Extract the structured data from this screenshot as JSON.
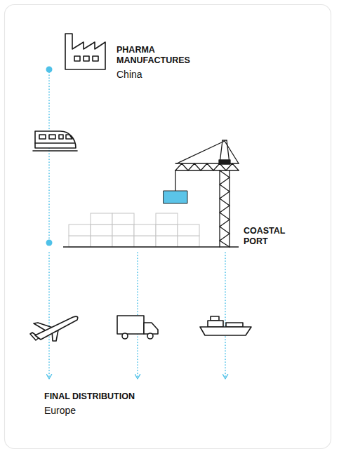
{
  "diagram": {
    "nodes": [
      {
        "text": [
          "PHARMA MANUFACTURES",
          "China"
        ]
      },
      {
        "text": [
          "COASTAL PORT"
        ]
      },
      {
        "text": [
          "FINAL DISTRIBUTION",
          "Europe"
        ]
      }
    ],
    "edges": [
      {
        "from": 0,
        "to": 1,
        "arrow": "none"
      },
      {
        "from": 1,
        "to": 2,
        "arrow": "to"
      },
      {
        "from": 1,
        "to": 2,
        "arrow": "to"
      },
      {
        "from": 1,
        "to": 2,
        "arrow": "to"
      }
    ]
  }
}
